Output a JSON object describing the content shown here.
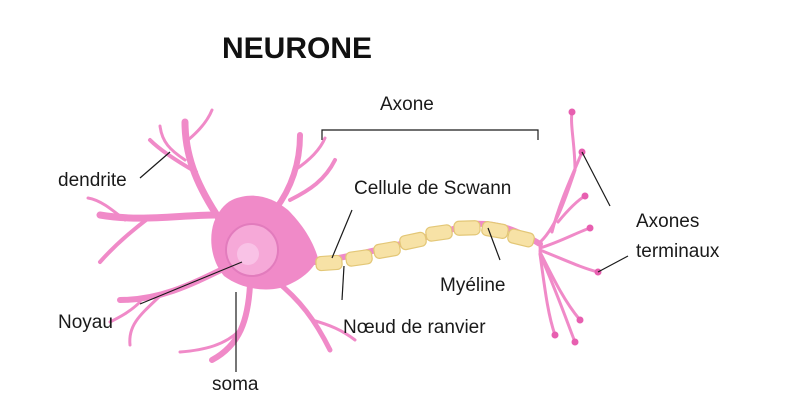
{
  "title": "NEURONE",
  "labels": {
    "axone": "Axone",
    "dendrite": "dendrite",
    "schwann": "Cellule de Scwann",
    "terminaux_line1": "Axones",
    "terminaux_line2": "terminaux",
    "noyau": "Noyau",
    "myeline": "Myéline",
    "ranvier": "Nœud de ranvier",
    "soma": "soma"
  },
  "colors": {
    "neuron_pink": "#f08ac8",
    "neuron_pink_light": "#f6a9d8",
    "nucleus": "#f9c2e6",
    "myelin_fill": "#f7e2a6",
    "myelin_stroke": "#e3c777",
    "terminal_bulb": "#e75fb0",
    "text": "#1a1a1a"
  }
}
